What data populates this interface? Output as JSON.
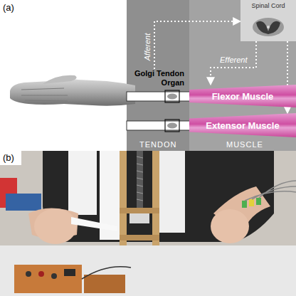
{
  "diagram": {
    "nodes": [
      {
        "text": [
          "Spinal Cord"
        ]
      },
      {
        "text": [
          "Golgi Tendon Organ"
        ]
      },
      {
        "text": [
          "Flexor Muscle"
        ]
      },
      {
        "text": [
          "Extensor Muscle"
        ]
      }
    ],
    "edges": [
      {
        "from": 1,
        "to": 0,
        "arrow": "to",
        "label": "Afferent"
      },
      {
        "from": 0,
        "to": 2,
        "arrow": "to",
        "label": "Efferent"
      },
      {
        "from": 0,
        "to": 3,
        "arrow": "to"
      }
    ],
    "labels": [
      "(a)",
      "TENDON",
      "MUSCLE",
      "(b)"
    ]
  }
}
